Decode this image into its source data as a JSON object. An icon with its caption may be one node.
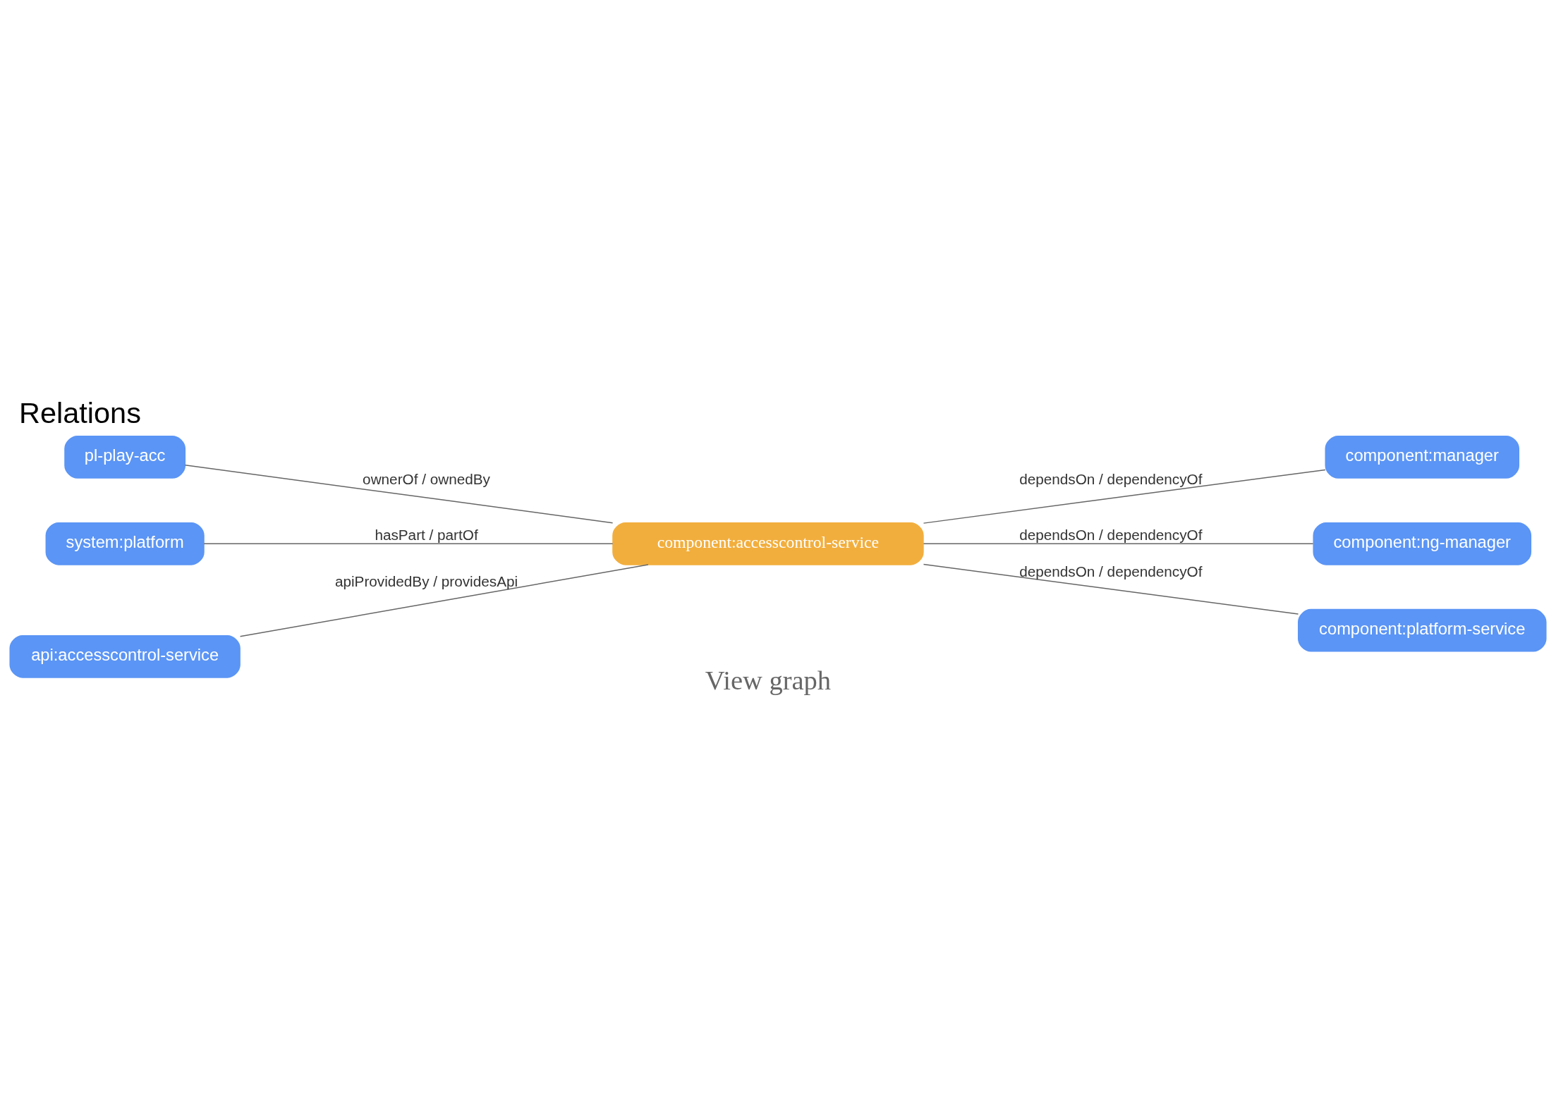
{
  "diagram": {
    "title": "Relations",
    "nodes": [
      {
        "text": [
          "pl-play-acc"
        ]
      },
      {
        "text": [
          "system:platform"
        ]
      },
      {
        "text": [
          "api:accesscontrol-service"
        ]
      },
      {
        "text": [
          "component:accesscontrol-service"
        ]
      },
      {
        "text": [
          "component:manager"
        ]
      },
      {
        "text": [
          "component:ng-manager"
        ]
      },
      {
        "text": [
          "component:platform-service"
        ]
      }
    ],
    "edges": [
      {
        "from": 0,
        "to": 3,
        "arrow": "none",
        "label": "ownerOf / ownedBy"
      },
      {
        "from": 1,
        "to": 3,
        "arrow": "none",
        "label": "hasPart / partOf"
      },
      {
        "from": 2,
        "to": 3,
        "arrow": "none",
        "label": "apiProvidedBy / providesApi"
      },
      {
        "from": 3,
        "to": 4,
        "arrow": "none",
        "label": "dependsOn / dependencyOf"
      },
      {
        "from": 3,
        "to": 5,
        "arrow": "none",
        "label": "dependsOn / dependencyOf"
      },
      {
        "from": 3,
        "to": 6,
        "arrow": "none",
        "label": "dependsOn / dependencyOf"
      }
    ],
    "labels": [
      "View graph"
    ]
  }
}
